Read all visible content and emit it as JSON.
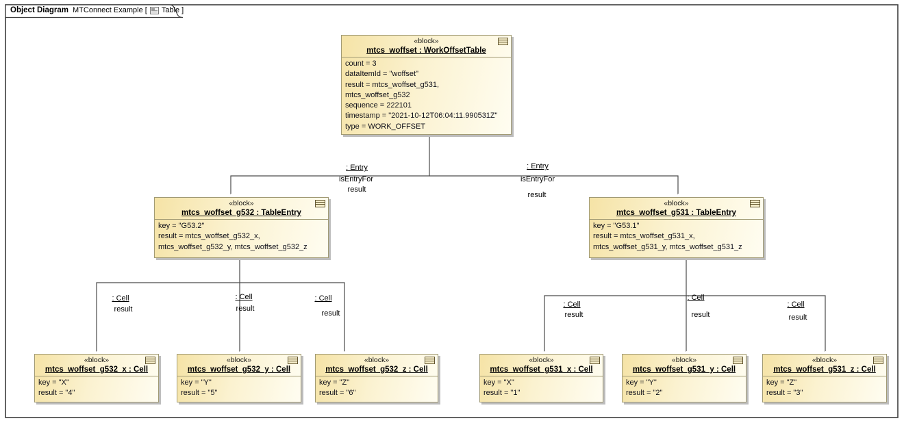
{
  "tab": {
    "diagram_kind": "Object Diagram",
    "diagram_name": "MTConnect Example [",
    "diagram_type": "Table ]",
    "icon": "table-diagram-icon"
  },
  "stereotype": "«block»",
  "blocks": {
    "woffset_table": {
      "name": "mtcs_woffset : WorkOffsetTable",
      "attributes": [
        "count = 3",
        "dataItemId = \"woffset\"",
        "result = mtcs_woffset_g531,",
        "mtcs_woffset_g532",
        "sequence = 222101",
        "timestamp = \"2021-10-12T06:04:11.990531Z\"",
        "type = WORK_OFFSET"
      ]
    },
    "entry_g532": {
      "name": "mtcs_woffset_g532 : TableEntry",
      "attributes": [
        "key = \"G53.2\"",
        "result = mtcs_woffset_g532_x,",
        "mtcs_woffset_g532_y, mtcs_woffset_g532_z"
      ]
    },
    "entry_g531": {
      "name": "mtcs_woffset_g531 : TableEntry",
      "attributes": [
        "key = \"G53.1\"",
        "result = mtcs_woffset_g531_x,",
        "mtcs_woffset_g531_y, mtcs_woffset_g531_z"
      ]
    },
    "cell_g532_x": {
      "name": "mtcs_woffset_g532_x : Cell",
      "attributes": [
        "key = \"X\"",
        "result = \"4\""
      ]
    },
    "cell_g532_y": {
      "name": "mtcs_woffset_g532_y : Cell",
      "attributes": [
        "key = \"Y\"",
        "result = \"5\""
      ]
    },
    "cell_g532_z": {
      "name": "mtcs_woffset_g532_z : Cell",
      "attributes": [
        "key = \"Z\"",
        "result = \"6\""
      ]
    },
    "cell_g531_x": {
      "name": "mtcs_woffset_g531_x : Cell",
      "attributes": [
        "key = \"X\"",
        "result = \"1\""
      ]
    },
    "cell_g531_y": {
      "name": "mtcs_woffset_g531_y : Cell",
      "attributes": [
        "key = \"Y\"",
        "result = \"2\""
      ]
    },
    "cell_g531_z": {
      "name": "mtcs_woffset_g531_z : Cell",
      "attributes": [
        "key = \"Z\"",
        "result = \"3\""
      ]
    }
  },
  "edge_labels": {
    "entry": ": Entry",
    "is_entry_for": "isEntryFor",
    "result": "result",
    "cell": ": Cell"
  },
  "colors": {
    "block_fill_left": "#f5e3a6",
    "block_fill_right": "#fffdf1",
    "block_border": "#a19a74",
    "connector_line": "#4a4a4a",
    "frame_border": "#3d3d3d",
    "shadow": "#bdbdbd"
  }
}
